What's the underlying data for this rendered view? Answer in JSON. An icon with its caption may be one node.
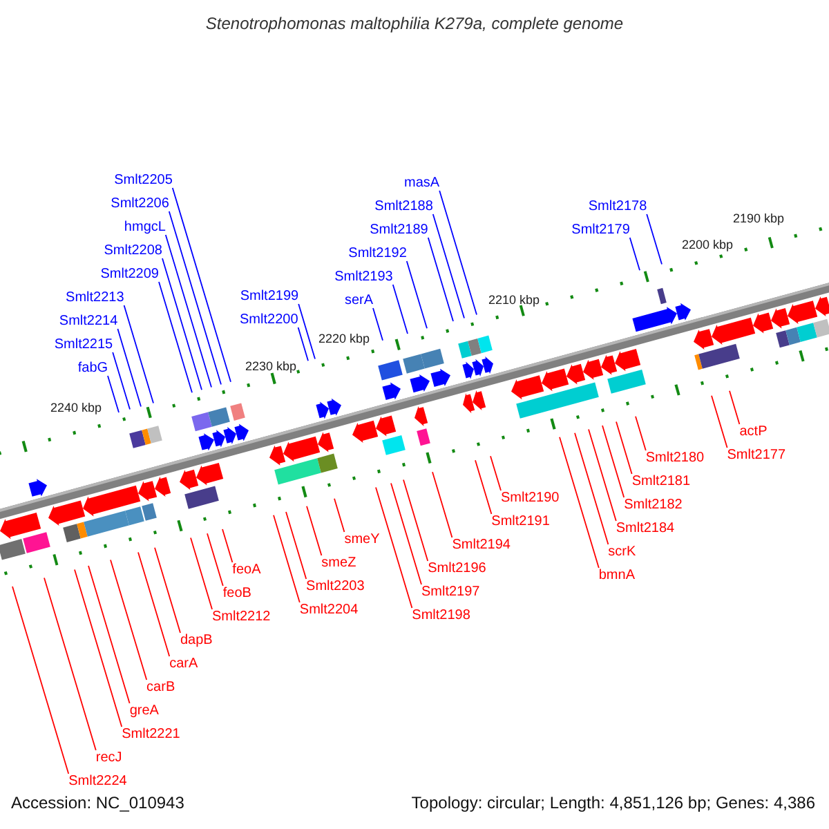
{
  "diagram": {
    "title": "Stenotrophomonas maltophilia K279a, complete genome",
    "nodes": [
      {
        "text": [
          "fabG"
        ]
      },
      {
        "text": [
          "Smlt2215"
        ]
      },
      {
        "text": [
          "Smlt2214"
        ]
      },
      {
        "text": [
          "Smlt2213"
        ]
      },
      {
        "text": [
          "Smlt2209"
        ]
      },
      {
        "text": [
          "Smlt2208"
        ]
      },
      {
        "text": [
          "hmgcL"
        ]
      },
      {
        "text": [
          "Smlt2206"
        ]
      },
      {
        "text": [
          "Smlt2205"
        ]
      },
      {
        "text": [
          "Smlt2200"
        ]
      },
      {
        "text": [
          "Smlt2199"
        ]
      },
      {
        "text": [
          "serA"
        ]
      },
      {
        "text": [
          "Smlt2193"
        ]
      },
      {
        "text": [
          "Smlt2192"
        ]
      },
      {
        "text": [
          "Smlt2189"
        ]
      },
      {
        "text": [
          "Smlt2188"
        ]
      },
      {
        "text": [
          "masA"
        ]
      },
      {
        "text": [
          "Smlt2179"
        ]
      },
      {
        "text": [
          "Smlt2178"
        ]
      },
      {
        "text": [
          "Smlt2224"
        ]
      },
      {
        "text": [
          "recJ"
        ]
      },
      {
        "text": [
          "Smlt2221"
        ]
      },
      {
        "text": [
          "greA"
        ]
      },
      {
        "text": [
          "carB"
        ]
      },
      {
        "text": [
          "carA"
        ]
      },
      {
        "text": [
          "dapB"
        ]
      },
      {
        "text": [
          "Smlt2212"
        ]
      },
      {
        "text": [
          "feoB"
        ]
      },
      {
        "text": [
          "feoA"
        ]
      },
      {
        "text": [
          "Smlt2204"
        ]
      },
      {
        "text": [
          "Smlt2203"
        ]
      },
      {
        "text": [
          "smeZ"
        ]
      },
      {
        "text": [
          "smeY"
        ]
      },
      {
        "text": [
          "Smlt2198"
        ]
      },
      {
        "text": [
          "Smlt2197"
        ]
      },
      {
        "text": [
          "Smlt2196"
        ]
      },
      {
        "text": [
          "Smlt2194"
        ]
      },
      {
        "text": [
          "Smlt2191"
        ]
      },
      {
        "text": [
          "Smlt2190"
        ]
      },
      {
        "text": [
          "bmnA"
        ]
      },
      {
        "text": [
          "scrK"
        ]
      },
      {
        "text": [
          "Smlt2184"
        ]
      },
      {
        "text": [
          "Smlt2182"
        ]
      },
      {
        "text": [
          "Smlt2181"
        ]
      },
      {
        "text": [
          "Smlt2180"
        ]
      },
      {
        "text": [
          "actP"
        ]
      },
      {
        "text": [
          "Smlt2177"
        ]
      }
    ],
    "edges": [
      {
        "from": 0,
        "to": null,
        "arrow": "none",
        "color": "#0000ff"
      },
      {
        "from": 1,
        "to": null,
        "arrow": "none",
        "color": "#0000ff"
      },
      {
        "from": 2,
        "to": null,
        "arrow": "none",
        "color": "#0000ff"
      },
      {
        "from": 3,
        "to": null,
        "arrow": "none",
        "color": "#0000ff"
      },
      {
        "from": 4,
        "to": null,
        "arrow": "none",
        "color": "#0000ff"
      },
      {
        "from": 5,
        "to": null,
        "arrow": "none",
        "color": "#0000ff"
      },
      {
        "from": 6,
        "to": null,
        "arrow": "none",
        "color": "#0000ff"
      },
      {
        "from": 7,
        "to": null,
        "arrow": "none",
        "color": "#0000ff"
      },
      {
        "from": 8,
        "to": null,
        "arrow": "none",
        "color": "#0000ff"
      },
      {
        "from": 9,
        "to": null,
        "arrow": "none",
        "color": "#0000ff"
      },
      {
        "from": 10,
        "to": null,
        "arrow": "none",
        "color": "#0000ff"
      },
      {
        "from": 11,
        "to": null,
        "arrow": "none",
        "color": "#0000ff"
      },
      {
        "from": 12,
        "to": null,
        "arrow": "none",
        "color": "#0000ff"
      },
      {
        "from": 13,
        "to": null,
        "arrow": "none",
        "color": "#0000ff"
      },
      {
        "from": 14,
        "to": null,
        "arrow": "none",
        "color": "#0000ff"
      },
      {
        "from": 15,
        "to": null,
        "arrow": "none",
        "color": "#0000ff"
      },
      {
        "from": 16,
        "to": null,
        "arrow": "none",
        "color": "#0000ff"
      },
      {
        "from": 17,
        "to": null,
        "arrow": "none",
        "color": "#0000ff"
      },
      {
        "from": 18,
        "to": null,
        "arrow": "none",
        "color": "#0000ff"
      },
      {
        "from": 19,
        "to": null,
        "arrow": "none"
      },
      {
        "from": 20,
        "to": null,
        "arrow": "none"
      },
      {
        "from": 21,
        "to": null,
        "arrow": "none"
      },
      {
        "from": 22,
        "to": null,
        "arrow": "none"
      },
      {
        "from": 23,
        "to": null,
        "arrow": "none"
      },
      {
        "from": 24,
        "to": null,
        "arrow": "none"
      },
      {
        "from": 25,
        "to": null,
        "arrow": "none"
      },
      {
        "from": 26,
        "to": null,
        "arrow": "none"
      },
      {
        "from": 27,
        "to": null,
        "arrow": "none"
      },
      {
        "from": 28,
        "to": null,
        "arrow": "none"
      },
      {
        "from": 29,
        "to": null,
        "arrow": "none"
      },
      {
        "from": 30,
        "to": null,
        "arrow": "none"
      },
      {
        "from": 31,
        "to": null,
        "arrow": "none"
      },
      {
        "from": 32,
        "to": null,
        "arrow": "none"
      },
      {
        "from": 33,
        "to": null,
        "arrow": "none"
      },
      {
        "from": 34,
        "to": null,
        "arrow": "none"
      },
      {
        "from": 35,
        "to": null,
        "arrow": "none"
      },
      {
        "from": 36,
        "to": null,
        "arrow": "none"
      },
      {
        "from": 37,
        "to": null,
        "arrow": "none"
      },
      {
        "from": 38,
        "to": null,
        "arrow": "none"
      },
      {
        "from": 39,
        "to": null,
        "arrow": "none"
      },
      {
        "from": 40,
        "to": null,
        "arrow": "none"
      },
      {
        "from": 41,
        "to": null,
        "arrow": "none"
      },
      {
        "from": 42,
        "to": null,
        "arrow": "none"
      },
      {
        "from": 43,
        "to": null,
        "arrow": "none"
      },
      {
        "from": 44,
        "to": null,
        "arrow": "none"
      },
      {
        "from": 45,
        "to": null,
        "arrow": "none"
      },
      {
        "from": 46,
        "to": null,
        "arrow": "none"
      }
    ],
    "labels": [
      "2190 kbp",
      "2200 kbp",
      "2210 kbp",
      "2220 kbp",
      "2230 kbp",
      "2240 kbp",
      "Accession: NC_010943",
      "Topology: circular; Length: 4,851,126 bp; Genes: 4,386"
    ]
  }
}
